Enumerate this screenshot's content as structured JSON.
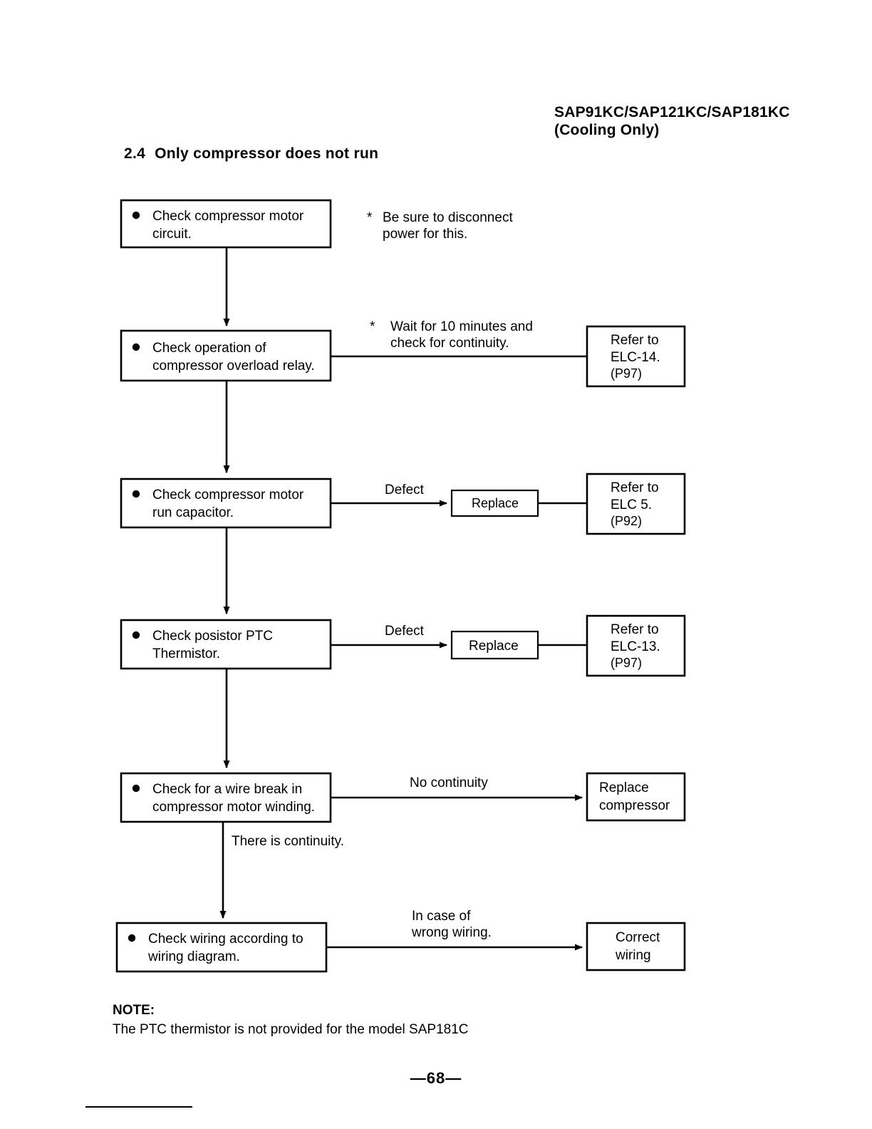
{
  "header": {
    "models": "SAP91KC/SAP121KC/SAP181KC",
    "subtitle": "(Cooling Only)"
  },
  "section": {
    "number": "2.4",
    "title": "Only compressor does not run"
  },
  "flow": {
    "steps": [
      {
        "id": "check-compressor-motor-circuit",
        "line1": "Check compressor motor",
        "line2": "circuit."
      },
      {
        "id": "check-overload-relay",
        "line1": "Check operation of",
        "line2": "compressor overload relay."
      },
      {
        "id": "check-run-capacitor",
        "line1": "Check compressor motor",
        "line2": "run capacitor."
      },
      {
        "id": "check-posistor-ptc",
        "line1": "Check posistor PTC",
        "line2": "Thermistor."
      },
      {
        "id": "check-wire-break",
        "line1": "Check for a wire break in",
        "line2": "compressor motor winding."
      },
      {
        "id": "check-wiring-diagram",
        "line1": "Check wiring according to",
        "line2": "wiring diagram."
      }
    ],
    "notes": [
      {
        "id": "disconnect-power-note",
        "marker": "*",
        "line1": "Be sure to disconnect",
        "line2": "power for this."
      },
      {
        "id": "wait-continuity-note",
        "marker": "*",
        "line1": "Wait for 10 minutes and",
        "line2": "check for continuity."
      }
    ],
    "edge_labels": {
      "defect_capacitor": "Defect",
      "defect_posistor": "Defect",
      "no_continuity": "No continuity",
      "there_is_continuity": "There is continuity.",
      "wrong_wiring_line1": "In case of",
      "wrong_wiring_line2": "wrong wiring."
    },
    "action_boxes": [
      {
        "id": "replace-capacitor",
        "label": "Replace"
      },
      {
        "id": "replace-posistor",
        "label": "Replace"
      },
      {
        "id": "replace-compressor",
        "line1": "Replace",
        "line2": "compressor"
      },
      {
        "id": "correct-wiring",
        "line1": "Correct",
        "line2": "wiring"
      }
    ],
    "reference_boxes": [
      {
        "id": "ref-elc-14",
        "line1": "Refer to",
        "line2": "ELC-14.",
        "line3": "(P97)"
      },
      {
        "id": "ref-elc-5",
        "line1": "Refer to",
        "line2": "ELC 5.",
        "line3": "(P92)"
      },
      {
        "id": "ref-elc-13",
        "line1": "Refer to",
        "line2": "ELC-13.",
        "line3": "(P97)"
      }
    ]
  },
  "note": {
    "label": "NOTE:",
    "text": "The PTC thermistor is not provided for the model SAP181C"
  },
  "footer": {
    "page_number": "—68—"
  }
}
